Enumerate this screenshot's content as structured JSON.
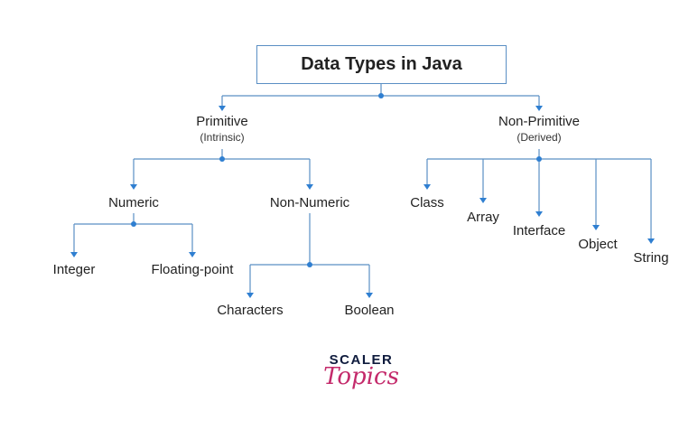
{
  "title": "Data Types in Java",
  "nodes": {
    "primitive": {
      "label": "Primitive",
      "sub": "(Intrinsic)"
    },
    "non_primitive": {
      "label": "Non-Primitive",
      "sub": "(Derived)"
    },
    "numeric": "Numeric",
    "non_numeric": "Non-Numeric",
    "integer": "Integer",
    "floating_point": "Floating-point",
    "characters": "Characters",
    "boolean": "Boolean",
    "class": "Class",
    "array": "Array",
    "interface": "Interface",
    "object": "Object",
    "string": "String"
  },
  "logo": {
    "top": "SCALER",
    "bottom": "Topics"
  },
  "colors": {
    "connector": "#5a8fc4",
    "arrow": "#2f7fd1",
    "logo_navy": "#0f1b3d",
    "logo_pink": "#c42a6b"
  }
}
